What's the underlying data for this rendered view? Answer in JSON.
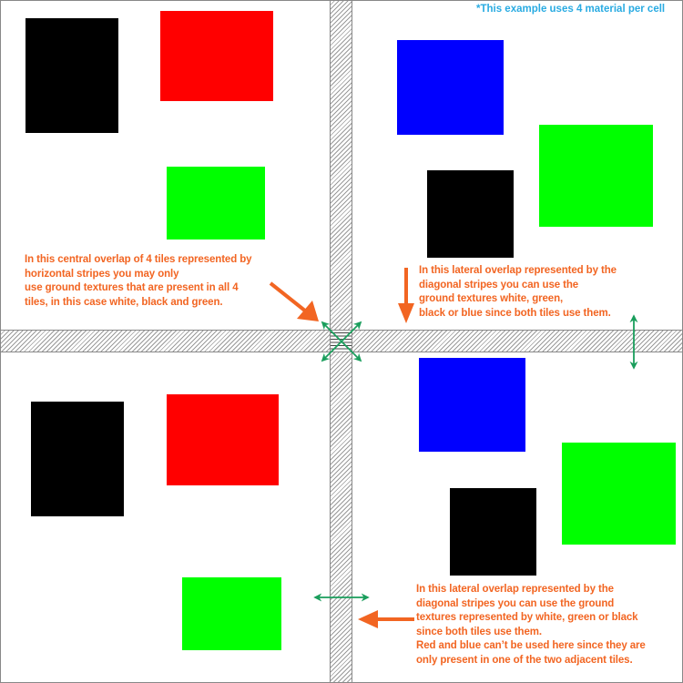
{
  "footnote": "*This example uses 4 material per cell",
  "colors": {
    "note_text": "#f26522",
    "footnote_text": "#29abe2",
    "arrow_orange": "#f26522",
    "arrow_green": "#1a9e5c",
    "black": "#000000",
    "red": "#ff0000",
    "green": "#00ff00",
    "blue": "#0000ff"
  },
  "tiles": [
    {
      "name": "top-left",
      "materials": [
        "white",
        "black",
        "red",
        "green"
      ]
    },
    {
      "name": "top-right",
      "materials": [
        "white",
        "blue",
        "black",
        "green"
      ]
    },
    {
      "name": "bottom-left",
      "materials": [
        "white",
        "black",
        "red",
        "green"
      ]
    },
    {
      "name": "bottom-right",
      "materials": [
        "white",
        "blue",
        "black",
        "green"
      ]
    }
  ],
  "notes": {
    "central": "In this central overlap of 4 tiles represented by\nhorizontal stripes you may only\nuse ground textures that are present in all 4\ntiles, in this case white, black and green.",
    "lateral_horizontal": "In this lateral overlap represented by the\ndiagonal stripes you can use the\nground textures white, green,\nblack or blue since both tiles use them.",
    "lateral_vertical": "In this lateral overlap represented by the\ndiagonal stripes you can use the ground\ntextures represented by white, green or black\nsince both tiles use them.\nRed and blue can’t be used here since they are\nonly present in one of the two adjacent tiles."
  }
}
